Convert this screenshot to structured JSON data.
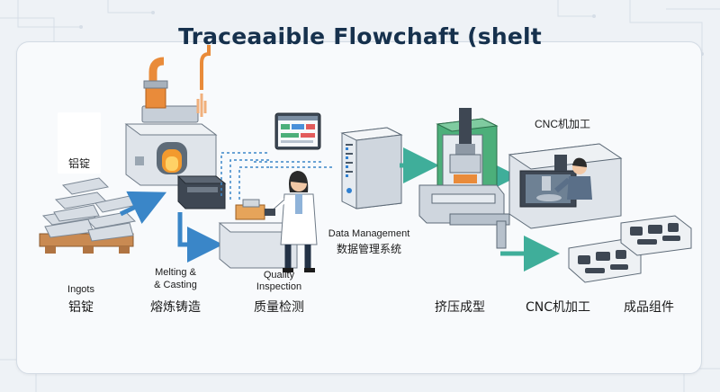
{
  "title": "Traceaaible Flowchaft (shelt",
  "qr_tag": "铝锭",
  "nodes": {
    "ingots": {
      "en": "Ingots",
      "zh": "铝锭"
    },
    "melting": {
      "en_line1": "Melting &",
      "en_line2": "& Casting",
      "zh": "熔炼铸造"
    },
    "quality": {
      "en_line1": "Quality",
      "en_line2": "Inspection",
      "zh": "质量检测"
    },
    "data": {
      "en": "Data Management",
      "zh": "数据管理系统"
    },
    "extrusion": {
      "zh": "挤压成型"
    },
    "cnc": {
      "top_label": "CNC机加工",
      "bottom_label": "CNC机加工"
    },
    "assembly": {
      "zh": "成品组件"
    }
  },
  "colors": {
    "arrow_blue": "#3a86c8",
    "arrow_teal": "#3fae9a",
    "title": "#16314d",
    "furnace_orange": "#e98b3a",
    "press_green": "#4caf7a"
  }
}
